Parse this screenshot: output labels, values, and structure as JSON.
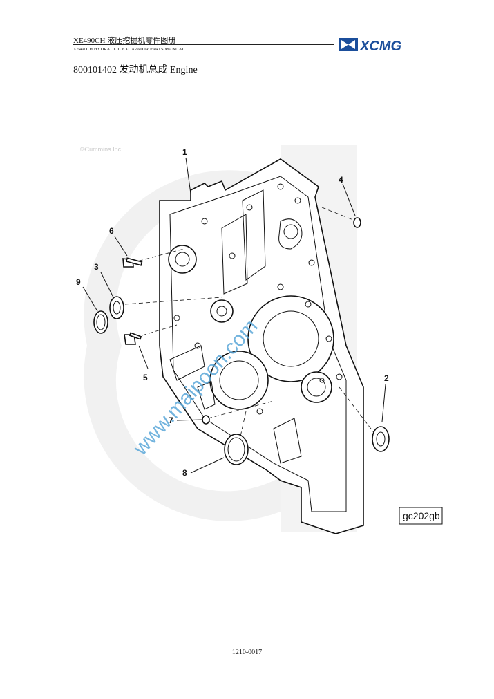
{
  "header": {
    "title_cn": "XE490CH  液压挖掘机零件图册",
    "title_en": "XE490CH HYDRAULIC EXCAVATOR PARTS MANUAL",
    "brand": "XCMG"
  },
  "document": {
    "title": "800101402 发动机总成 Engine",
    "page_number": "1210-0017"
  },
  "figure": {
    "copyright": "©Cummins Inc",
    "reference_code": "gc202gb",
    "watermark": "www.maipoon.com",
    "callouts": [
      "1",
      "2",
      "3",
      "4",
      "5",
      "6",
      "7",
      "8",
      "9"
    ]
  }
}
